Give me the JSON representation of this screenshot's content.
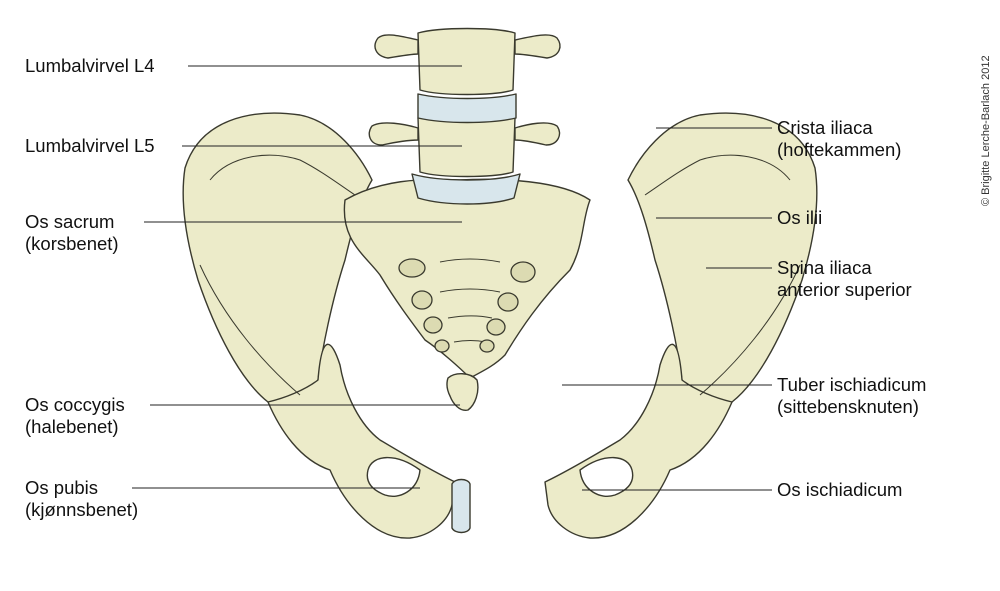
{
  "labels": {
    "l4": "Lumbalvirvel L4",
    "l5": "Lumbalvirvel L5",
    "sacrum": [
      "Os sacrum",
      "(korsbenet)"
    ],
    "coccygis": [
      "Os coccygis",
      "(halebenet)"
    ],
    "pubis": [
      "Os pubis",
      "(kjønnsbenet)"
    ],
    "crista": [
      "Crista iliaca",
      "(hoftekammen)"
    ],
    "ilii": "Os ilii",
    "spina": [
      "Spina iliaca",
      "anterior superior"
    ],
    "tuber": [
      "Tuber ischiadicum",
      "(sittebensknuten)"
    ],
    "ischiadicum": "Os ischiadicum"
  },
  "copyright": "© Brigitte Lerche-Barlach 2012",
  "colors": {
    "bone": "#ecebc9",
    "bone_shade": "#dcdbb2",
    "bone_outline": "#3a3a2e",
    "cartilage": "#d8e6ec",
    "leader_line": "#222222",
    "text": "#111111"
  }
}
